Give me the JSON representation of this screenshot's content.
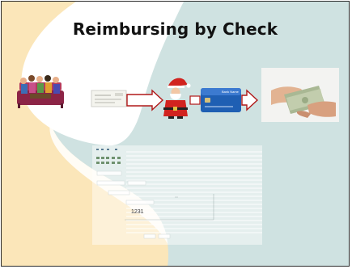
{
  "slide": {
    "title": "Reimbursing by Check"
  },
  "icons": {
    "group": "group-of-people-icon",
    "check": "check-document-icon",
    "santa": "santa-claus-icon",
    "card": "credit-card-icon",
    "cash": "cash-handoff-photo"
  },
  "card": {
    "brand_text": "Bank Name"
  },
  "form": {
    "check_number": "1231"
  },
  "colors": {
    "background_teal": "#cfe2e1",
    "background_cream": "#fbe6b9",
    "white_swoosh": "#ffffff",
    "arrow_red": "#b01818",
    "card_blue": "#1f5fb3",
    "santa_red": "#d1231f"
  }
}
